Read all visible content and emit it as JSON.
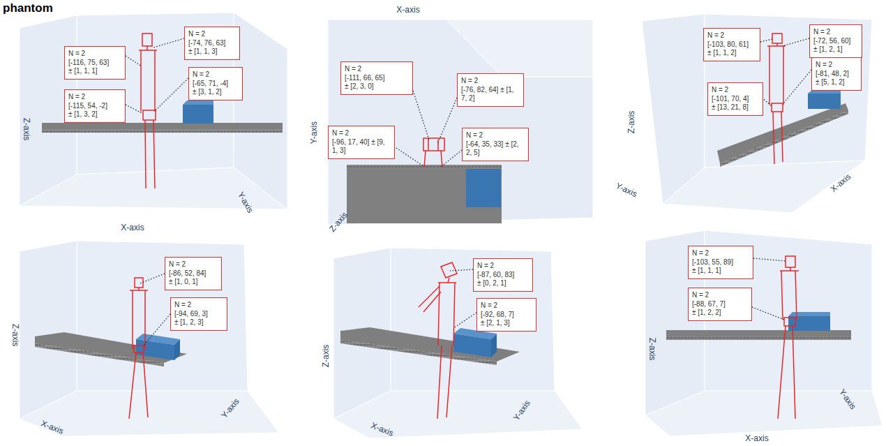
{
  "diagram": {
    "title": "phantom",
    "nodes": [
      {
        "text": [
          "N = 2",
          "[-116, 75, 63]",
          "± [1, 1, 1]"
        ]
      },
      {
        "text": [
          "N = 2",
          "[-74, 76, 63]",
          "± [1, 1, 3]"
        ]
      },
      {
        "text": [
          "N = 2",
          "[-65, 71, -4]",
          "± [3, 1, 2]"
        ]
      },
      {
        "text": [
          "N = 2",
          "[-115, 54, -2]",
          "± [1, 3, 2]"
        ]
      },
      {
        "text": [
          "N = 2",
          "[-111, 66, 65]",
          "± [2, 3, 0]"
        ]
      },
      {
        "text": [
          "N = 2",
          "[-76, 82, 64] ± [1, 7, 2]"
        ]
      },
      {
        "text": [
          "N = 2",
          "[-96, 17, 40] ± [9, 1, 3]"
        ]
      },
      {
        "text": [
          "N = 2",
          "[-64, 35, 33] ± [2, 2, 5]"
        ]
      },
      {
        "text": [
          "N = 2",
          "[-103, 80, 61]",
          "± [1, 1, 2]"
        ]
      },
      {
        "text": [
          "N = 2",
          "[-72, 56, 60]",
          "± [1, 2, 1]"
        ]
      },
      {
        "text": [
          "N = 2",
          "[-101, 70, 4]",
          "± [13, 21, 8]"
        ]
      },
      {
        "text": [
          "N = 2",
          "[-81, 48, 2]",
          "± [5, 1, 2]"
        ]
      },
      {
        "text": [
          "N = 2",
          "[-86, 52, 84]",
          "± [1, 0, 1]"
        ]
      },
      {
        "text": [
          "N = 2",
          "[-94, 69, 3]",
          "± [1, 2, 3]"
        ]
      },
      {
        "text": [
          "N = 2",
          "[-87, 60, 83]",
          "± [0, 2, 1]"
        ]
      },
      {
        "text": [
          "N = 2",
          "[-92, 68, 7]",
          "± [2, 1, 3]"
        ]
      },
      {
        "text": [
          "N = 2",
          "[-103, 55, 89]",
          "± [1, 1, 1]"
        ]
      },
      {
        "text": [
          "N = 2",
          "[-88, 67, 7]",
          "± [1, 2, 2]"
        ]
      }
    ],
    "labels": [
      "Z-axis",
      "Y-axis",
      "X-axis",
      "X-axis",
      "Y-axis",
      "Z-axis",
      "Z-axis",
      "Y-axis",
      "X-axis",
      "Z-axis",
      "X-axis",
      "Y-axis",
      "Z-axis",
      "X-axis",
      "Y-axis",
      "Z-axis",
      "Y-axis",
      "X-axis"
    ]
  }
}
